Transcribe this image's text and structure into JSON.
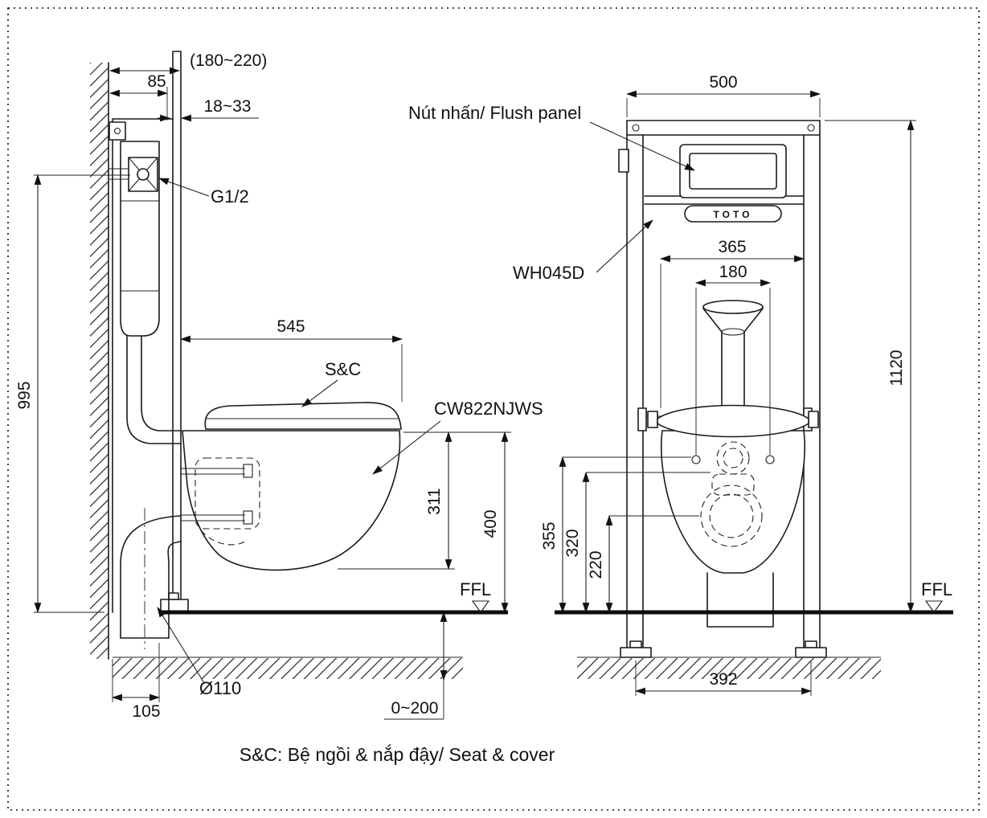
{
  "caption": "S&C: Bệ ngồi & nắp đậy/ Seat & cover",
  "side": {
    "dim_depth": "(180~220)",
    "dim_inlet_offset": "85",
    "dim_panel": "18~33",
    "inlet_label": "G1/2",
    "dim_height": "995",
    "dim_bowl_length": "545",
    "seat_label": "S&C",
    "model_label": "CW822NJWS",
    "dim_bowl_depth": "311",
    "dim_rim_height": "400",
    "ffl_label": "FFL",
    "drain_diameter": "Ø110",
    "dim_drain_offset": "105",
    "dim_floor_range": "0~200"
  },
  "front": {
    "flush_panel_label": "Nút nhấn/ Flush panel",
    "dim_width": "500",
    "frame_model_label": "WH045D",
    "dim_tank_width": "365",
    "dim_pipe_width": "180",
    "dim_frame_height": "1120",
    "dim_355": "355",
    "dim_320": "320",
    "dim_220": "220",
    "dim_bolt_span": "392",
    "ffl_label": "FFL",
    "logo_text": "TOTO"
  }
}
